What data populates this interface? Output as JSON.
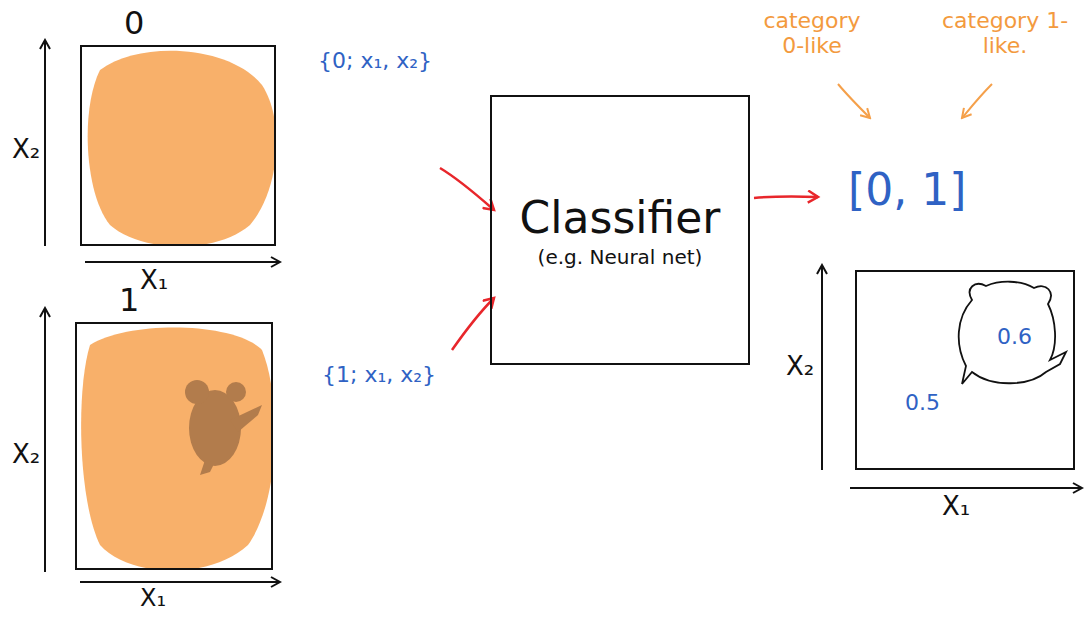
{
  "diagram": {
    "nodes": [
      {
        "text": [
          "0"
        ]
      },
      {
        "text": [
          "1"
        ]
      },
      {
        "text": [
          "Classifier",
          "(e.g. Neural net)"
        ]
      },
      {
        "text": [
          "0.6",
          "0.5"
        ]
      }
    ],
    "labels": [
      "X₂",
      "X₁",
      "{0; x₁, x₂}",
      "X₂",
      "X₁",
      "{1; x₁, x₂}",
      "category 0-like",
      "category 1-like.",
      "[0, 1]",
      "X₂",
      "X₁"
    ]
  }
}
